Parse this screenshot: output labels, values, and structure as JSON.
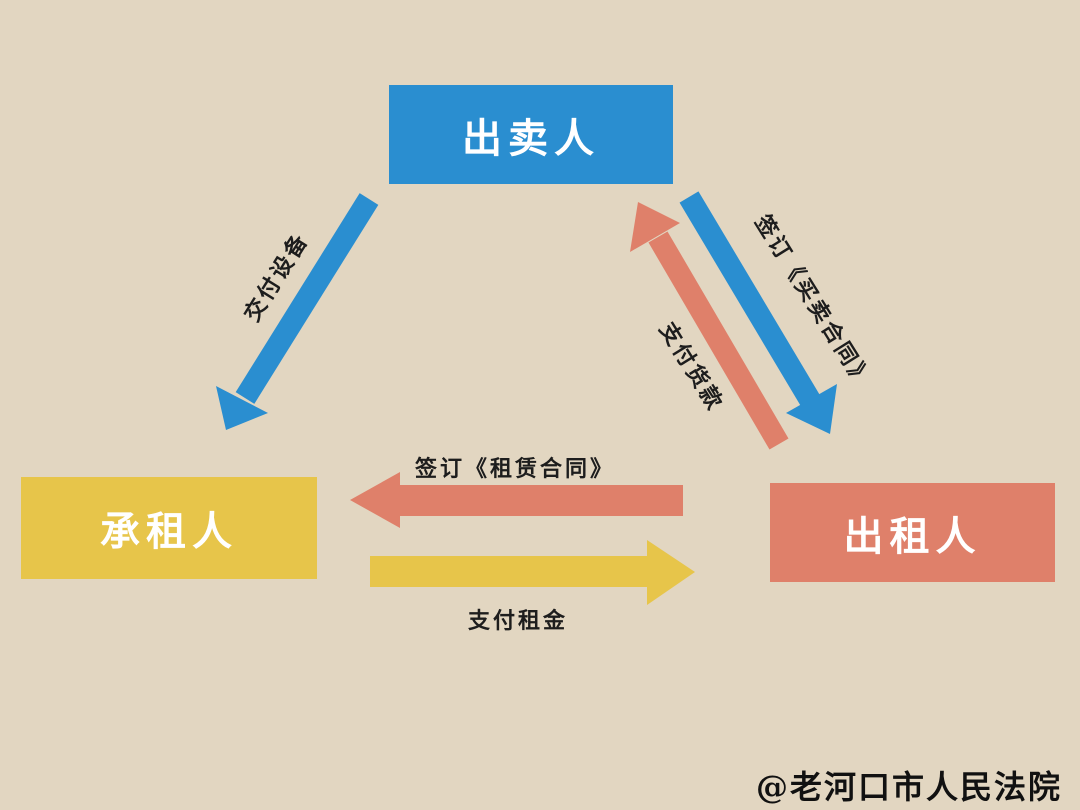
{
  "nodes": {
    "seller": "出卖人",
    "lessee": "承租人",
    "lessor": "出租人"
  },
  "edges": {
    "deliver_equipment": "交付设备",
    "sign_sale_contract": "签订《买卖合同》",
    "pay_goods": "支付货款",
    "sign_lease_contract": "签订《租赁合同》",
    "pay_rent": "支付租金"
  },
  "credit": "@老河口市人民法院",
  "colors": {
    "background": "#e2d6c1",
    "seller": "#2a8ed0",
    "lessee": "#e7c54a",
    "lessor": "#df806a"
  }
}
